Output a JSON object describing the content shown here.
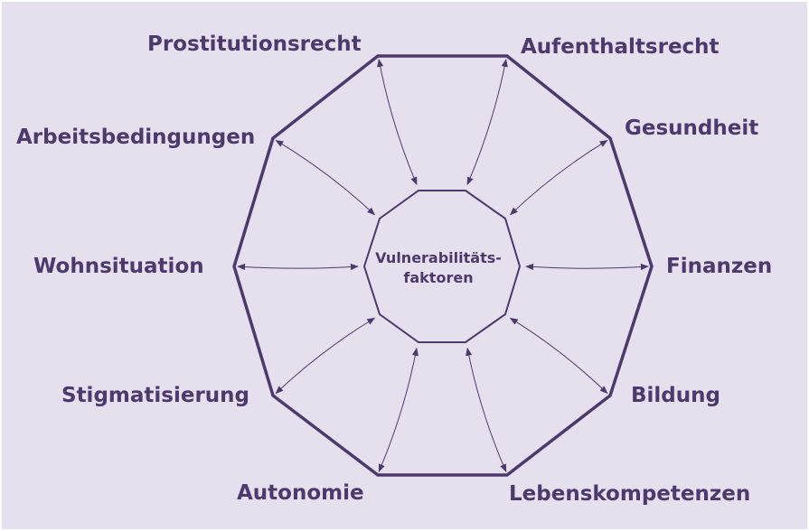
{
  "diagram": {
    "center": {
      "line1": "Vulnerabilitäts-",
      "line2": "faktoren"
    },
    "factors": [
      "Prostitutionsrecht",
      "Aufenthaltsrecht",
      "Gesundheit",
      "Finanzen",
      "Bildung",
      "Lebenskompetenzen",
      "Autonomie",
      "Stigmatisierung",
      "Wohnsituation",
      "Arbeitsbedingungen"
    ],
    "colors": {
      "background": "#e6e0ee",
      "line": "#4b3a6b",
      "text": "#4b3a6b"
    }
  }
}
